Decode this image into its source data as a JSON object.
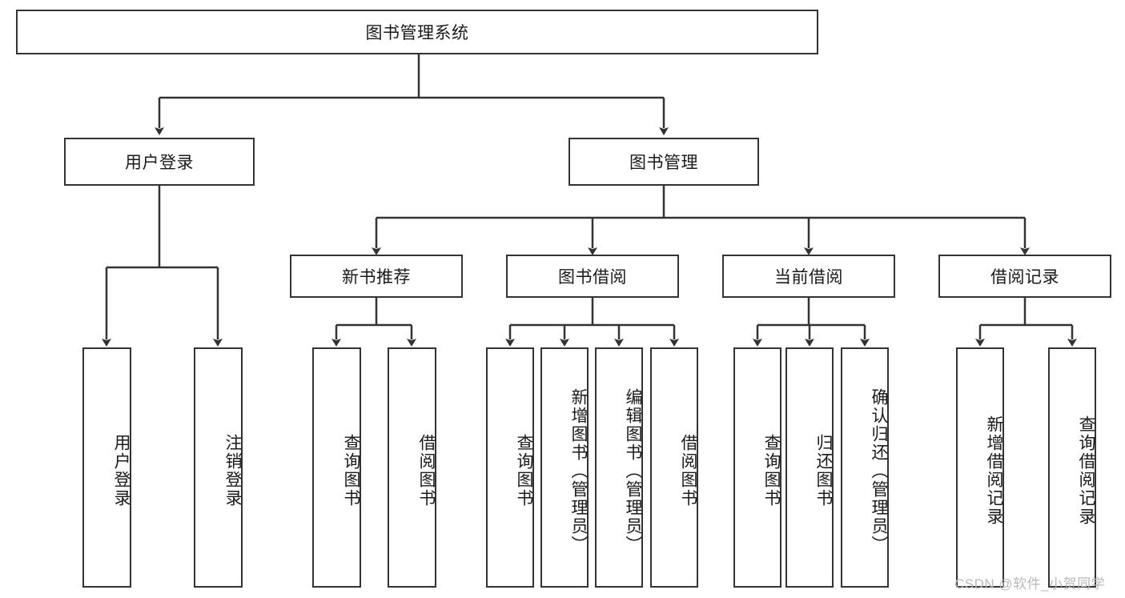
{
  "diagram": {
    "title_node": {
      "label": "图书管理系统"
    },
    "level2": [
      {
        "id": "user-login",
        "label": "用户登录"
      },
      {
        "id": "book-management",
        "label": "图书管理"
      }
    ],
    "level3": [
      {
        "id": "new-book-recommend",
        "label": "新书推荐"
      },
      {
        "id": "book-borrow",
        "label": "图书借阅"
      },
      {
        "id": "current-borrow",
        "label": "当前借阅"
      },
      {
        "id": "borrow-record",
        "label": "借阅记录"
      }
    ],
    "leaves": {
      "user_login": [
        {
          "id": "leaf-user-login",
          "label": "用户登录"
        },
        {
          "id": "leaf-logout-login",
          "label": "注销登录"
        }
      ],
      "new_book_recommend": [
        {
          "id": "leaf-query-book-1",
          "label": "查询图书"
        },
        {
          "id": "leaf-borrow-book-1",
          "label": "借阅图书"
        }
      ],
      "book_borrow": [
        {
          "id": "leaf-query-book-2",
          "label": "查询图书"
        },
        {
          "id": "leaf-add-book",
          "label": "新增图书（管理员）"
        },
        {
          "id": "leaf-edit-book",
          "label": "编辑图书（管理员）"
        },
        {
          "id": "leaf-borrow-book-2",
          "label": "借阅图书"
        }
      ],
      "current_borrow": [
        {
          "id": "leaf-query-book-3",
          "label": "查询图书"
        },
        {
          "id": "leaf-return-book",
          "label": "归还图书"
        },
        {
          "id": "leaf-confirm-return",
          "label": "确认归还（管理员）"
        }
      ],
      "borrow_record": [
        {
          "id": "leaf-add-borrow-record",
          "label": "新增借阅记录"
        },
        {
          "id": "leaf-query-borrow-record",
          "label": "查询借阅记录"
        }
      ]
    }
  },
  "watermark": {
    "text": "CSDN @软件_小贺同学"
  },
  "colors": {
    "stroke": "#333333",
    "background": "#ffffff",
    "text": "#1a1a1a",
    "watermark": "#b9b9b9"
  }
}
